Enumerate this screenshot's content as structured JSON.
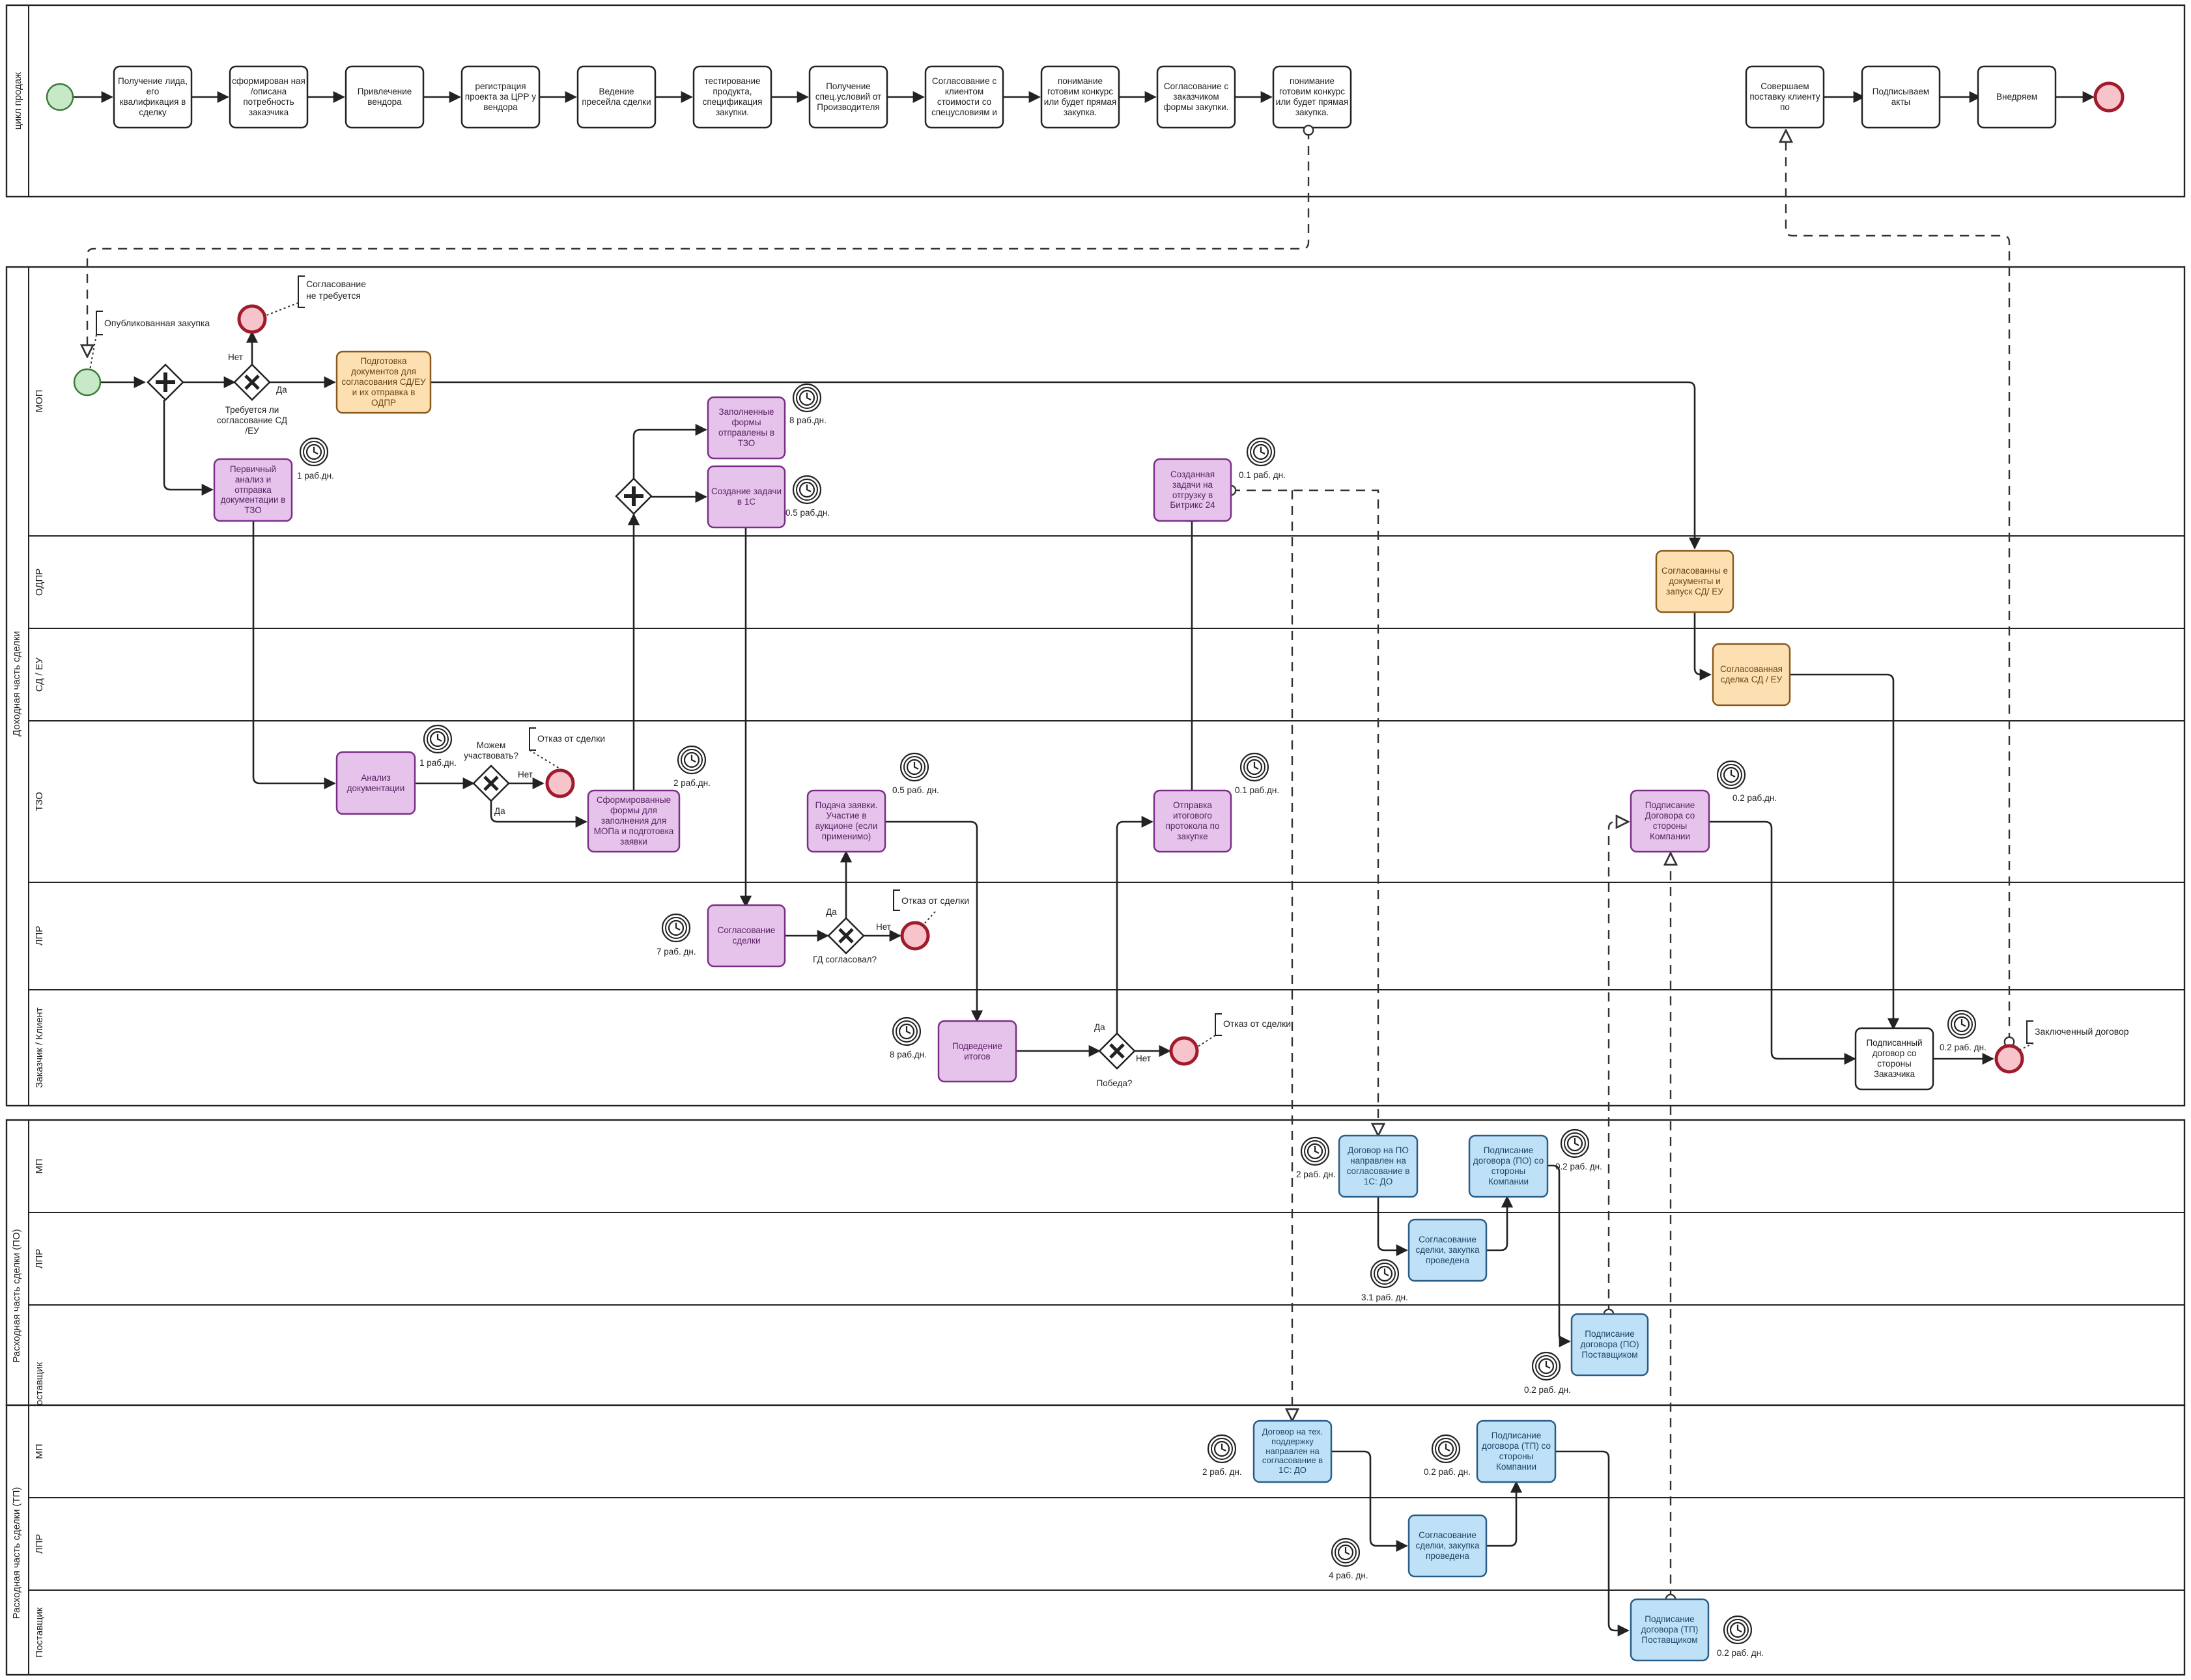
{
  "pools": {
    "top": {
      "name": "цикл продаж"
    },
    "income": {
      "name": "Доходная часть сделки",
      "lanes": [
        "МОП",
        "ОДПР",
        "СД / ЕУ",
        "ТЗО",
        "ЛПР",
        "Заказчик / Клиент"
      ]
    },
    "po": {
      "name": "Расходная часть сделки (ПО)",
      "lanes": [
        "МП",
        "ЛПР",
        "оставщик"
      ]
    },
    "tp": {
      "name": "Расходная часть сделки (ТП)",
      "lanes": [
        "МП",
        "ЛПР",
        "Поставщик"
      ]
    }
  },
  "cycle_tasks": [
    "Получение лида, его квалификация в сделку",
    "сформирован ная /описана потребность заказчика",
    "Привлечение вендора",
    "регистрация проекта за ЦРР у вендора",
    "Ведение пресейла сделки",
    "тестирование продукта, спецификация закупки.",
    "Получение спец.условий от Производителя",
    "Согласование с клиентом стоимости со спецусловиям и",
    "понимание готовим конкурс или будет прямая закупка.",
    "Согласование с заказчиком формы закупки.",
    "понимание готовим конкурс или будет прямая закупка.",
    "Совершаем поставку клиенту по",
    "Подписываем акты",
    "Внедряем"
  ],
  "tasks": {
    "prep_docs": "Подготовка документов для согласования СД/ЕУ и их отправка в ОДПР",
    "primary_analysis": "Первичный анализ и отправка документации в ТЗО",
    "forms_sent": "Заполненные формы отправлены в ТЗО",
    "task_1c": "Создание задачи в 1С",
    "bitrix_task": "Созданная задачи на отгрузку в Битрикс 24",
    "agreed_docs": "Согласованны е документы и запуск СД/ ЕУ",
    "agreed_deal": "Согласованная сделка СД / ЕУ",
    "doc_analysis": "Анализ документации",
    "formed_forms": "Сформированные формы для заполнения для МОПа и подготовка заявки",
    "bid": "Подача заявки. Участие в аукционе (если применимо)",
    "final_protocol": "Отправка итогового протокола по закупке",
    "sign_company": "Подписание Договора со стороны Компании",
    "deal_approval": "Согласование сделки",
    "results": "Подведение итогов",
    "signed_client": "Подписанный договор со стороны Заказчика",
    "po_contract": "Договор на ПО направлен на согласование в 1С: ДО",
    "po_sign_company": "Подписание договора (ПО) со стороны Компании",
    "po_lpr": "Согласование сделки, закупка проведена",
    "po_supplier": "Подписание договора (ПО) Поставщиком",
    "tp_contract": "Договор на тех. поддержку направлен на согласование в 1С: ДО",
    "tp_sign_company": "Подписание договора (ТП) со стороны Компании",
    "tp_lpr": "Согласование сделки, закупка проведена",
    "tp_supplier": "Подписание договора (ТП) Поставщиком"
  },
  "labels": {
    "published": "Опубликованная закупка",
    "no_approval": "Согласование не требуется",
    "need_approval": "Требуется ли согласование СД /ЕУ",
    "can_participate": "Можем участвовать?",
    "refusal": "Отказ от сделки",
    "gd_agreed": "ГД согласовал?",
    "victory": "Победа?",
    "concluded": "Заключенный договор",
    "yes": "Да",
    "no": "Нет"
  },
  "timers": {
    "t_1": "1 раб.дн.",
    "t_8": "8 раб.дн.",
    "t_05": "0.5 раб.дн.",
    "t_01": "0.1 раб. дн.",
    "t_1b": "1 раб.дн.",
    "t_2": "2 раб.дн.",
    "t_05b": "0.5 раб. дн.",
    "t_01b": "0.1 раб.дн.",
    "t_02": "0.2 раб.дн.",
    "t_7": "7 раб. дн.",
    "t_8b": "8 раб.дн.",
    "t_02b": "0.2 раб. дн.",
    "t_po_2": "2 раб. дн.",
    "t_po_02": "0.2 раб. дн.",
    "t_po_31": "3.1 раб. дн.",
    "t_po_02b": "0.2 раб. дн.",
    "t_tp_2": "2 раб. дн.",
    "t_tp_02": "0.2 раб. дн.",
    "t_tp_4": "4 раб. дн.",
    "t_tp_02b": "0.2 раб. дн."
  },
  "colors": {
    "purple_fill": "#e6c3ea",
    "purple_stroke": "#7a2f86",
    "orange_fill": "#fde0b2",
    "orange_stroke": "#8a5a1c",
    "blue_fill": "#bfe1f7",
    "blue_stroke": "#2a5d86",
    "start_fill": "#c8e9c8",
    "start_stroke": "#3a7a3a",
    "end_fill": "#f8c4cb",
    "end_stroke": "#a01c2c"
  }
}
